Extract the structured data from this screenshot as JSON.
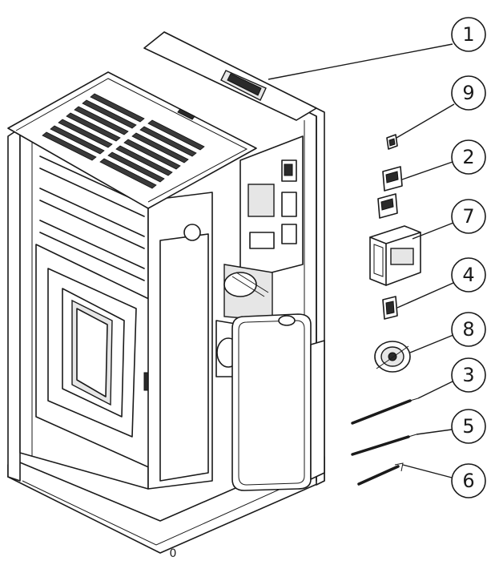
{
  "callouts": [
    {
      "label": "1"
    },
    {
      "label": "9"
    },
    {
      "label": "2"
    },
    {
      "label": "7"
    },
    {
      "label": "4"
    },
    {
      "label": "8"
    },
    {
      "label": "3"
    },
    {
      "label": "5"
    },
    {
      "label": "6"
    }
  ],
  "base_mark": "0"
}
